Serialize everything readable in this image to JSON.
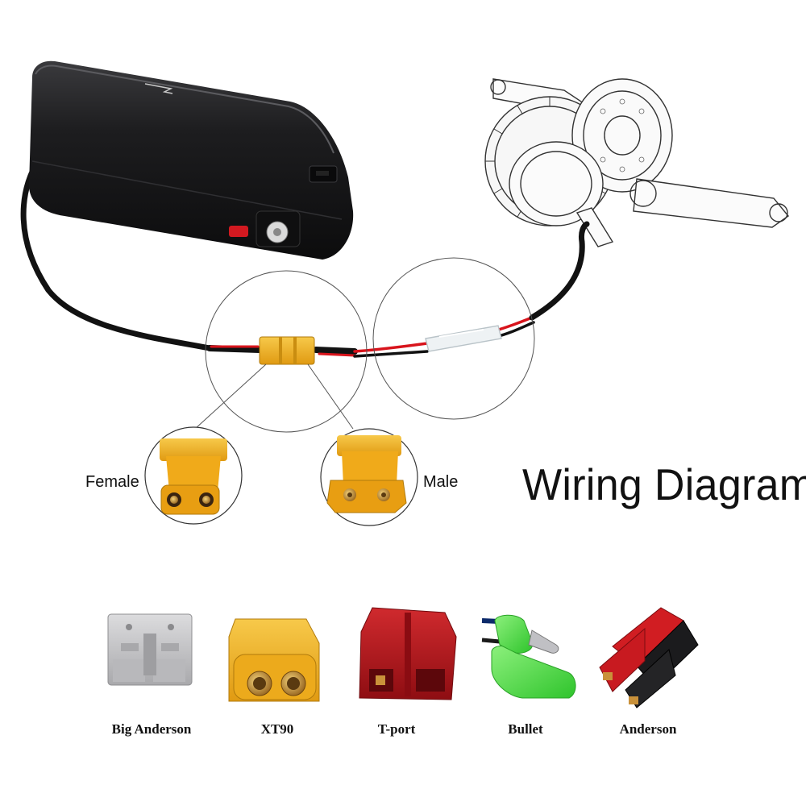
{
  "diagram": {
    "title": "Wiring Diagram",
    "female_label": "Female",
    "male_label": "Male"
  },
  "connectors": [
    {
      "name": "Big Anderson"
    },
    {
      "name": "XT90"
    },
    {
      "name": "T-port"
    },
    {
      "name": "Bullet"
    },
    {
      "name": "Anderson"
    }
  ],
  "colors": {
    "battery_body": "#1b1b1d",
    "cable": "#121212",
    "wire_red": "#d8141c",
    "xt_yellow": "#f2b31c",
    "brass": "#c9913a",
    "tport_red": "#b3141c",
    "anderson_gray": "#c9c9cb",
    "bullet_green": "#5ee85a"
  }
}
